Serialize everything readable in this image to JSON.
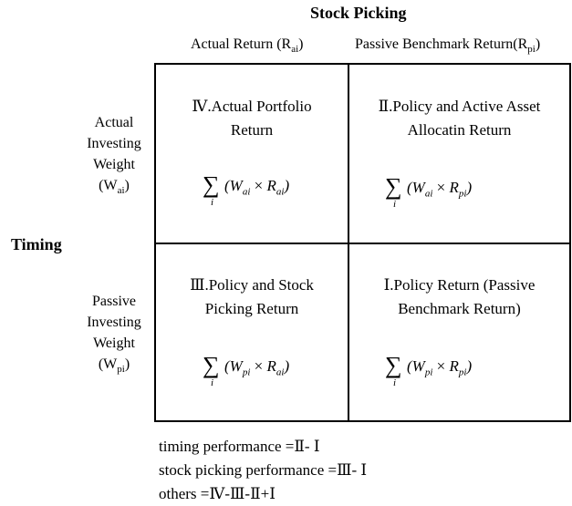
{
  "header": {
    "main_title": "Stock Picking",
    "col_left_label": "Actual Return (R",
    "col_left_sub": "ai",
    "col_left_close": ")",
    "col_right_label": "Passive Benchmark Return(R",
    "col_right_sub": "pi",
    "col_right_close": ")"
  },
  "side": {
    "timing": "Timing",
    "row_top": [
      "Actual",
      "Investing",
      "Weight"
    ],
    "row_top_w": "(W",
    "row_top_sub": "ai",
    "row_bottom": [
      "Passive",
      "Investing",
      "Weight"
    ],
    "row_bottom_w": "(W",
    "row_bottom_sub": "pi"
  },
  "cells": {
    "top_left": {
      "title_1": "Ⅳ.Actual Portfolio",
      "title_2": "Return",
      "w": "W",
      "w_sub": "ai",
      "r": "R",
      "r_sub": "ai"
    },
    "top_right": {
      "title_1": "Ⅱ.Policy and Active Asset",
      "title_2": "Allocatin Return",
      "w": "W",
      "w_sub": "ai",
      "r": "R",
      "r_sub": "pi"
    },
    "bottom_left": {
      "title_1": "Ⅲ.Policy and Stock",
      "title_2": "Picking Return",
      "w": "W",
      "w_sub": "pi",
      "r": "R",
      "r_sub": "ai"
    },
    "bottom_right": {
      "title_1": "Ⅰ.Policy Return (Passive",
      "title_2": "Benchmark Return)",
      "w": "W",
      "w_sub": "pi",
      "r": "R",
      "r_sub": "pi"
    },
    "sum_symbol": "∑",
    "sum_index": "i",
    "times": "×"
  },
  "notes": [
    "timing performance =Ⅱ- Ⅰ",
    "stock picking performance =Ⅲ- Ⅰ",
    "others =Ⅳ-Ⅲ-Ⅱ+Ⅰ"
  ]
}
